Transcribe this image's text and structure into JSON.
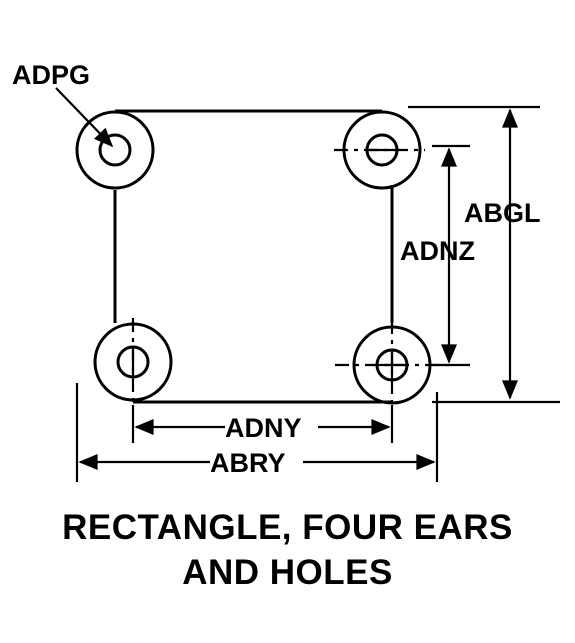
{
  "labels": {
    "hole_diameter": "ADPG",
    "overall_height": "ABGL",
    "hole_spacing_vertical": "ADNZ",
    "hole_spacing_horizontal": "ADNY",
    "overall_width": "ABRY"
  },
  "caption": {
    "line1": "RECTANGLE, FOUR EARS",
    "line2": "AND HOLES"
  }
}
